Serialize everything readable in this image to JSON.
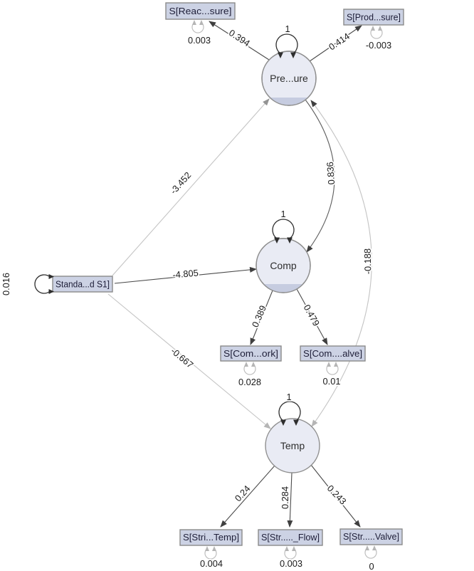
{
  "diagram": {
    "latents": [
      {
        "id": "pressure",
        "label": "Pre...ure",
        "variance": "1"
      },
      {
        "id": "comp",
        "label": "Comp",
        "variance": "1"
      },
      {
        "id": "temp",
        "label": "Temp",
        "variance": "1"
      }
    ],
    "exogenous": {
      "label": "Standa...d S1]",
      "variance": "0.016"
    },
    "manifests": [
      {
        "id": "reac",
        "label": "S[Reac...sure]",
        "residual_variance": "0.003"
      },
      {
        "id": "prod",
        "label": "S[Prod...sure]",
        "residual_variance": "-0.003"
      },
      {
        "id": "com_work",
        "label": "S[Com...ork]",
        "residual_variance": "0.028"
      },
      {
        "id": "com_valve",
        "label": "S[Com....alve]",
        "residual_variance": "0.01"
      },
      {
        "id": "stri_temp",
        "label": "S[Stri...Temp]",
        "residual_variance": "0.004"
      },
      {
        "id": "str_flow",
        "label": "S[Str....._Flow]",
        "residual_variance": "0.003"
      },
      {
        "id": "str_valve",
        "label": "S[Str.....Valve]",
        "residual_variance": "0"
      }
    ],
    "edges": [
      {
        "name": "pressure_to_reac",
        "value": "0.394"
      },
      {
        "name": "pressure_to_prod",
        "value": "0.414"
      },
      {
        "name": "s1_to_pressure",
        "value": "-3.452"
      },
      {
        "name": "pressure_to_comp",
        "value": "0.836"
      },
      {
        "name": "temp_pressure_cov",
        "value": "-0.188"
      },
      {
        "name": "s1_to_comp",
        "value": "-4.805"
      },
      {
        "name": "s1_to_temp",
        "value": "-0.667"
      },
      {
        "name": "comp_to_work",
        "value": "0.389"
      },
      {
        "name": "comp_to_valve",
        "value": "0.479"
      },
      {
        "name": "temp_to_temp_ind",
        "value": "0.24"
      },
      {
        "name": "temp_to_flow",
        "value": "0.284"
      },
      {
        "name": "temp_to_valve",
        "value": "0.243"
      }
    ],
    "colors": {
      "manifest_fill": "#ccd2e4",
      "latent_fill": "#e9ebf4",
      "latent_chord": "#c6cce0",
      "node_border": "#8a8a8a",
      "edge_dark": "#4a4a4a",
      "edge_light": "#c4c4c4",
      "label_text": "#1a1a1a"
    }
  }
}
